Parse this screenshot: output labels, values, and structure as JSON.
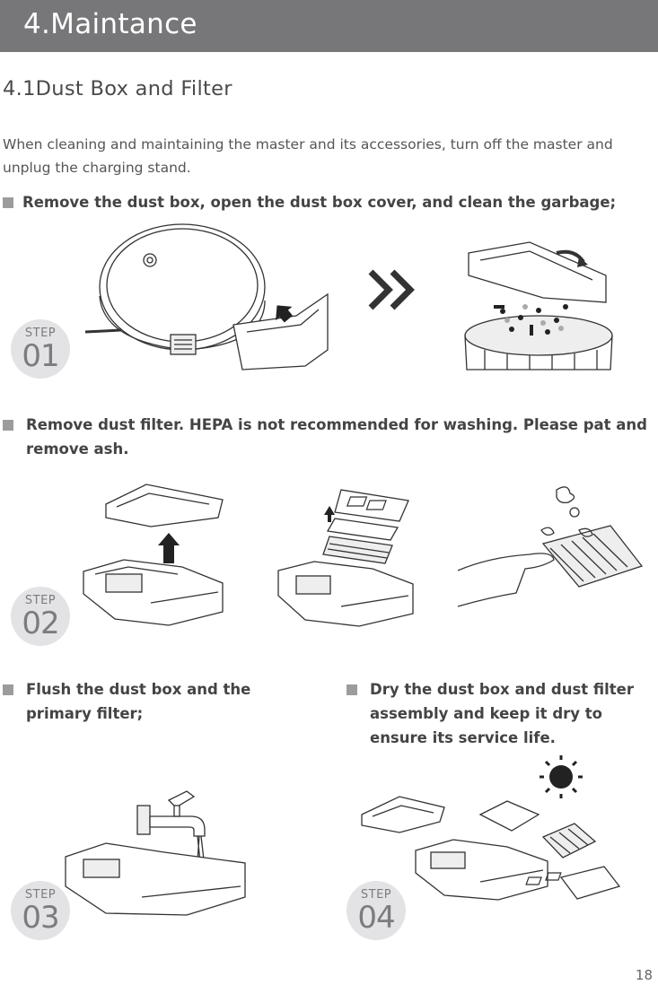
{
  "header": {
    "title": "4.Maintance"
  },
  "section": {
    "title": "4.1Dust Box and Filter"
  },
  "intro": "When cleaning and maintaining the master and its accessories, turn off the master and unplug the charging stand.",
  "bullets": {
    "b1": "Remove the dust box, open the dust box cover, and clean the garbage;",
    "b2": "Remove dust filter. HEPA is not recommended for washing. Please pat and remove ash.",
    "b3": "Flush the dust box and the primary filter;",
    "b4": "Dry the dust box and dust filter assembly and keep it dry to ensure its service life."
  },
  "steps": [
    {
      "label": "STEP",
      "number": "01"
    },
    {
      "label": "STEP",
      "number": "02"
    },
    {
      "label": "STEP",
      "number": "03"
    },
    {
      "label": "STEP",
      "number": "04"
    }
  ],
  "page_number": "18",
  "colors": {
    "banner": "#77777a",
    "step_circle": "#e3e3e5",
    "bullet_square": "#9c9c9c"
  }
}
